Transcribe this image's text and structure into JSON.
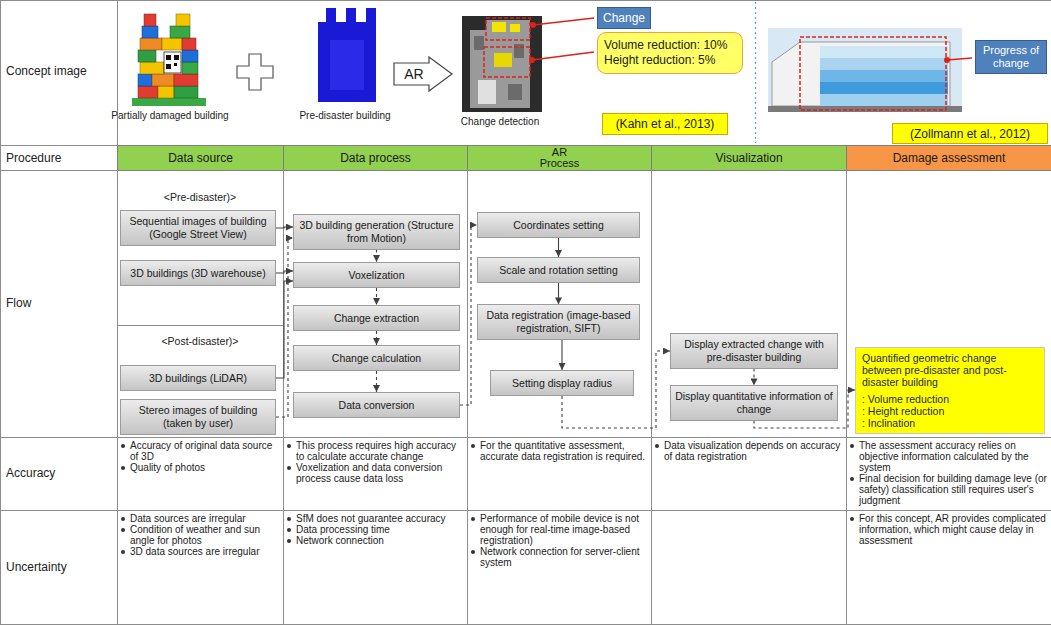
{
  "diagram": {
    "nodes": [
      {
        "text": [
          "AR"
        ]
      },
      {
        "text": [
          "Change"
        ]
      },
      {
        "text": [
          "Volume reduction: 10% Height reduction: 5%"
        ]
      },
      {
        "text": [
          "(Kahn et al., 2013)"
        ]
      },
      {
        "text": [
          "Progress of change"
        ]
      },
      {
        "text": [
          "(Zollmann et al., 2012)"
        ]
      },
      {
        "text": [
          "Data source"
        ]
      },
      {
        "text": [
          "Data process"
        ]
      },
      {
        "text": [
          "AR Process"
        ]
      },
      {
        "text": [
          "Visualization"
        ]
      },
      {
        "text": [
          "Damage assessment"
        ]
      },
      {
        "text": [
          "Sequential images of building (Google Street View)"
        ]
      },
      {
        "text": [
          "3D buildings (3D warehouse)"
        ]
      },
      {
        "text": [
          "3D buildings (LiDAR)"
        ]
      },
      {
        "text": [
          "Stereo images of building (taken by user)"
        ]
      },
      {
        "text": [
          "3D building generation (Structure from Motion)"
        ]
      },
      {
        "text": [
          "Voxelization"
        ]
      },
      {
        "text": [
          "Change extraction"
        ]
      },
      {
        "text": [
          "Change calculation"
        ]
      },
      {
        "text": [
          "Data conversion"
        ]
      },
      {
        "text": [
          "Coordinates setting"
        ]
      },
      {
        "text": [
          "Scale and rotation setting"
        ]
      },
      {
        "text": [
          "Data registration (image-based registration, SIFT)"
        ]
      },
      {
        "text": [
          "Setting display radius"
        ]
      },
      {
        "text": [
          "Display extracted change with pre-disaster building"
        ]
      },
      {
        "text": [
          "Display quantitative information of change"
        ]
      },
      {
        "text": [
          "Quantified geometric change between pre-disaster and post-disaster building",
          ": Volume reduction",
          ": Height reduction",
          ": Inclination"
        ]
      }
    ],
    "edges": [
      {
        "from": 11,
        "to": 15,
        "arrow": "to"
      },
      {
        "from": 12,
        "to": 16,
        "arrow": "to"
      },
      {
        "from": 13,
        "to": 16,
        "arrow": "to"
      },
      {
        "from": 14,
        "to": 15,
        "arrow": "to"
      },
      {
        "from": 15,
        "to": 16,
        "arrow": "to"
      },
      {
        "from": 16,
        "to": 17,
        "arrow": "to"
      },
      {
        "from": 17,
        "to": 18,
        "arrow": "to"
      },
      {
        "from": 18,
        "to": 19,
        "arrow": "to"
      },
      {
        "from": 19,
        "to": 20,
        "arrow": "to"
      },
      {
        "from": 20,
        "to": 21,
        "arrow": "to"
      },
      {
        "from": 21,
        "to": 22,
        "arrow": "to"
      },
      {
        "from": 22,
        "to": 23,
        "arrow": "to"
      },
      {
        "from": 23,
        "to": 24,
        "arrow": "to"
      },
      {
        "from": 24,
        "to": 25,
        "arrow": "to"
      },
      {
        "from": 25,
        "to": 26,
        "arrow": "to"
      }
    ],
    "labels": [
      "Concept image",
      "Partially damaged building",
      "Pre-disaster building",
      "Change detection",
      "Procedure",
      "Flow",
      "<Pre-disaster)>",
      "<Post-disaster)>",
      "Accuracy",
      "Accuracy of original data source of 3D",
      "Quality of photos",
      "This process requires high accuracy to calculate accurate change",
      "Voxelization and data conversion process cause data loss",
      "For the quantitative assessment, accurate data registration is required.",
      "Data visualization depends on accuracy of data registration",
      "The assessment accuracy relies on objective information calculated by the system",
      "Final decision for building damage leve (or safety) classification still requires user's judgment",
      "Uncertainty",
      "Data sources are irregular",
      "Condition of weather and sun angle for photos",
      "3D data sources are irregular",
      "SfM does not guarantee accuracy",
      "Data processing time",
      "Network connection",
      "Performance of mobile device is not enough for real-time image-based registration)",
      "Network connection for server-client system",
      "For this concept, AR provides complicated information, which might cause delay in assessment"
    ]
  }
}
